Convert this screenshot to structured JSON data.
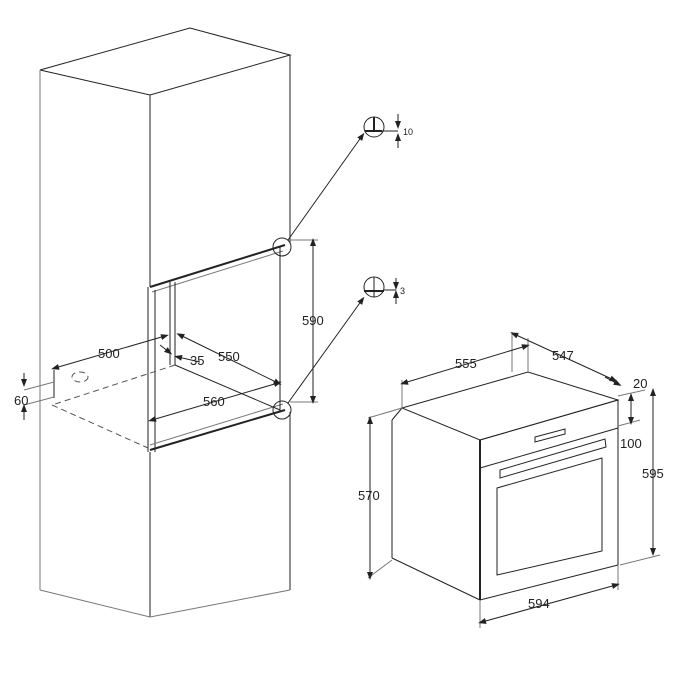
{
  "diagram": {
    "title": "Built-in oven installation dimensions",
    "cabinet_labels": {
      "niche_height": "590",
      "depth_500": "500",
      "gap_35": "35",
      "depth_550": "550",
      "width_560": "560",
      "vent_60": "60"
    },
    "detail_labels": {
      "top_detail": "10",
      "bottom_detail": "3"
    },
    "oven_labels": {
      "depth_555": "555",
      "depth_547": "547",
      "front_20": "20",
      "panel_100": "100",
      "height_570": "570",
      "height_595": "595",
      "width_594": "594"
    },
    "line_color": "#222222"
  }
}
